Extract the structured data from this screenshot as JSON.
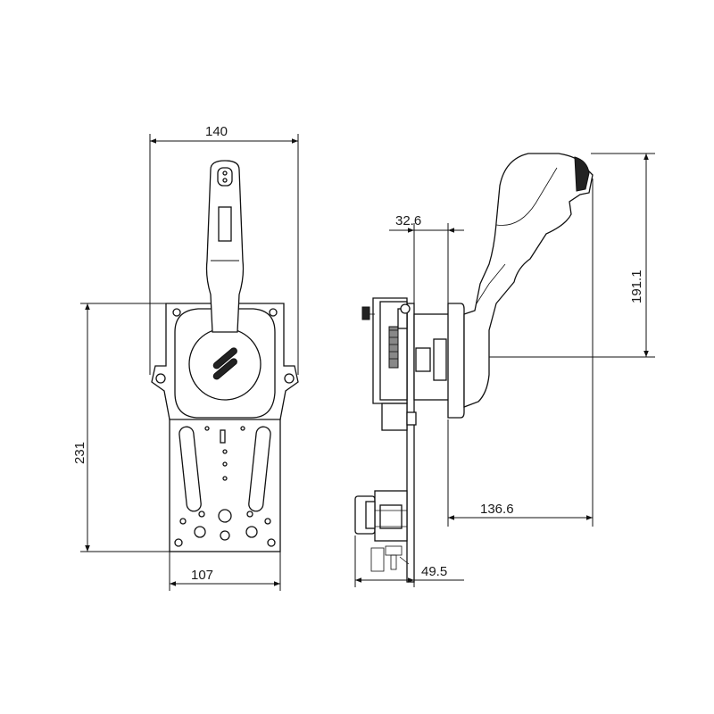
{
  "dimensions": {
    "front_width": "140",
    "front_height": "231",
    "base_width": "107",
    "side_offset_top": "32.6",
    "side_height": "191.1",
    "side_reach": "136.6",
    "side_depth": "49.5"
  },
  "colors": {
    "line": "#111111",
    "background": "#ffffff"
  }
}
